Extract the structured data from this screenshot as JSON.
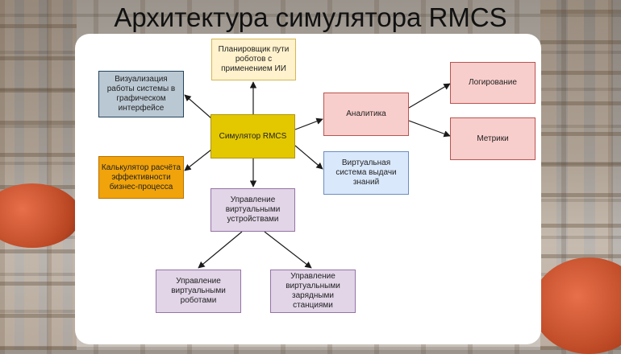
{
  "slide": {
    "title": "Архитектура симулятора RMCS"
  },
  "nodes": {
    "planner": "Планировщик пути роботов с применением ИИ",
    "visualization": "Визуализация работы системы в графическом интерфейсе",
    "simulator": "Симулятор RMCS",
    "calculator": "Калькулятор расчёта эффективности бизнес-процесса",
    "analytics": "Аналитика",
    "logging": "Логирование",
    "metrics": "Метрики",
    "knowledge": "Виртуальная система выдачи знаний",
    "devices": "Управление виртуальными устройствами",
    "robots": "Управление виртуальными роботами",
    "stations": "Управление виртуальными зарядными станциями"
  },
  "colors": {
    "background_box": "#ffffff",
    "edge": "#1a1a1a",
    "simulator_fill": "#e3c800",
    "calculator_fill": "#f0a30a",
    "analytics_fill": "#f8cecc",
    "purple_fill": "#e1d5e7",
    "blue_fill": "#dae8fc",
    "grey_blue_fill": "#bac8d3",
    "planner_fill": "#fff2cc"
  }
}
